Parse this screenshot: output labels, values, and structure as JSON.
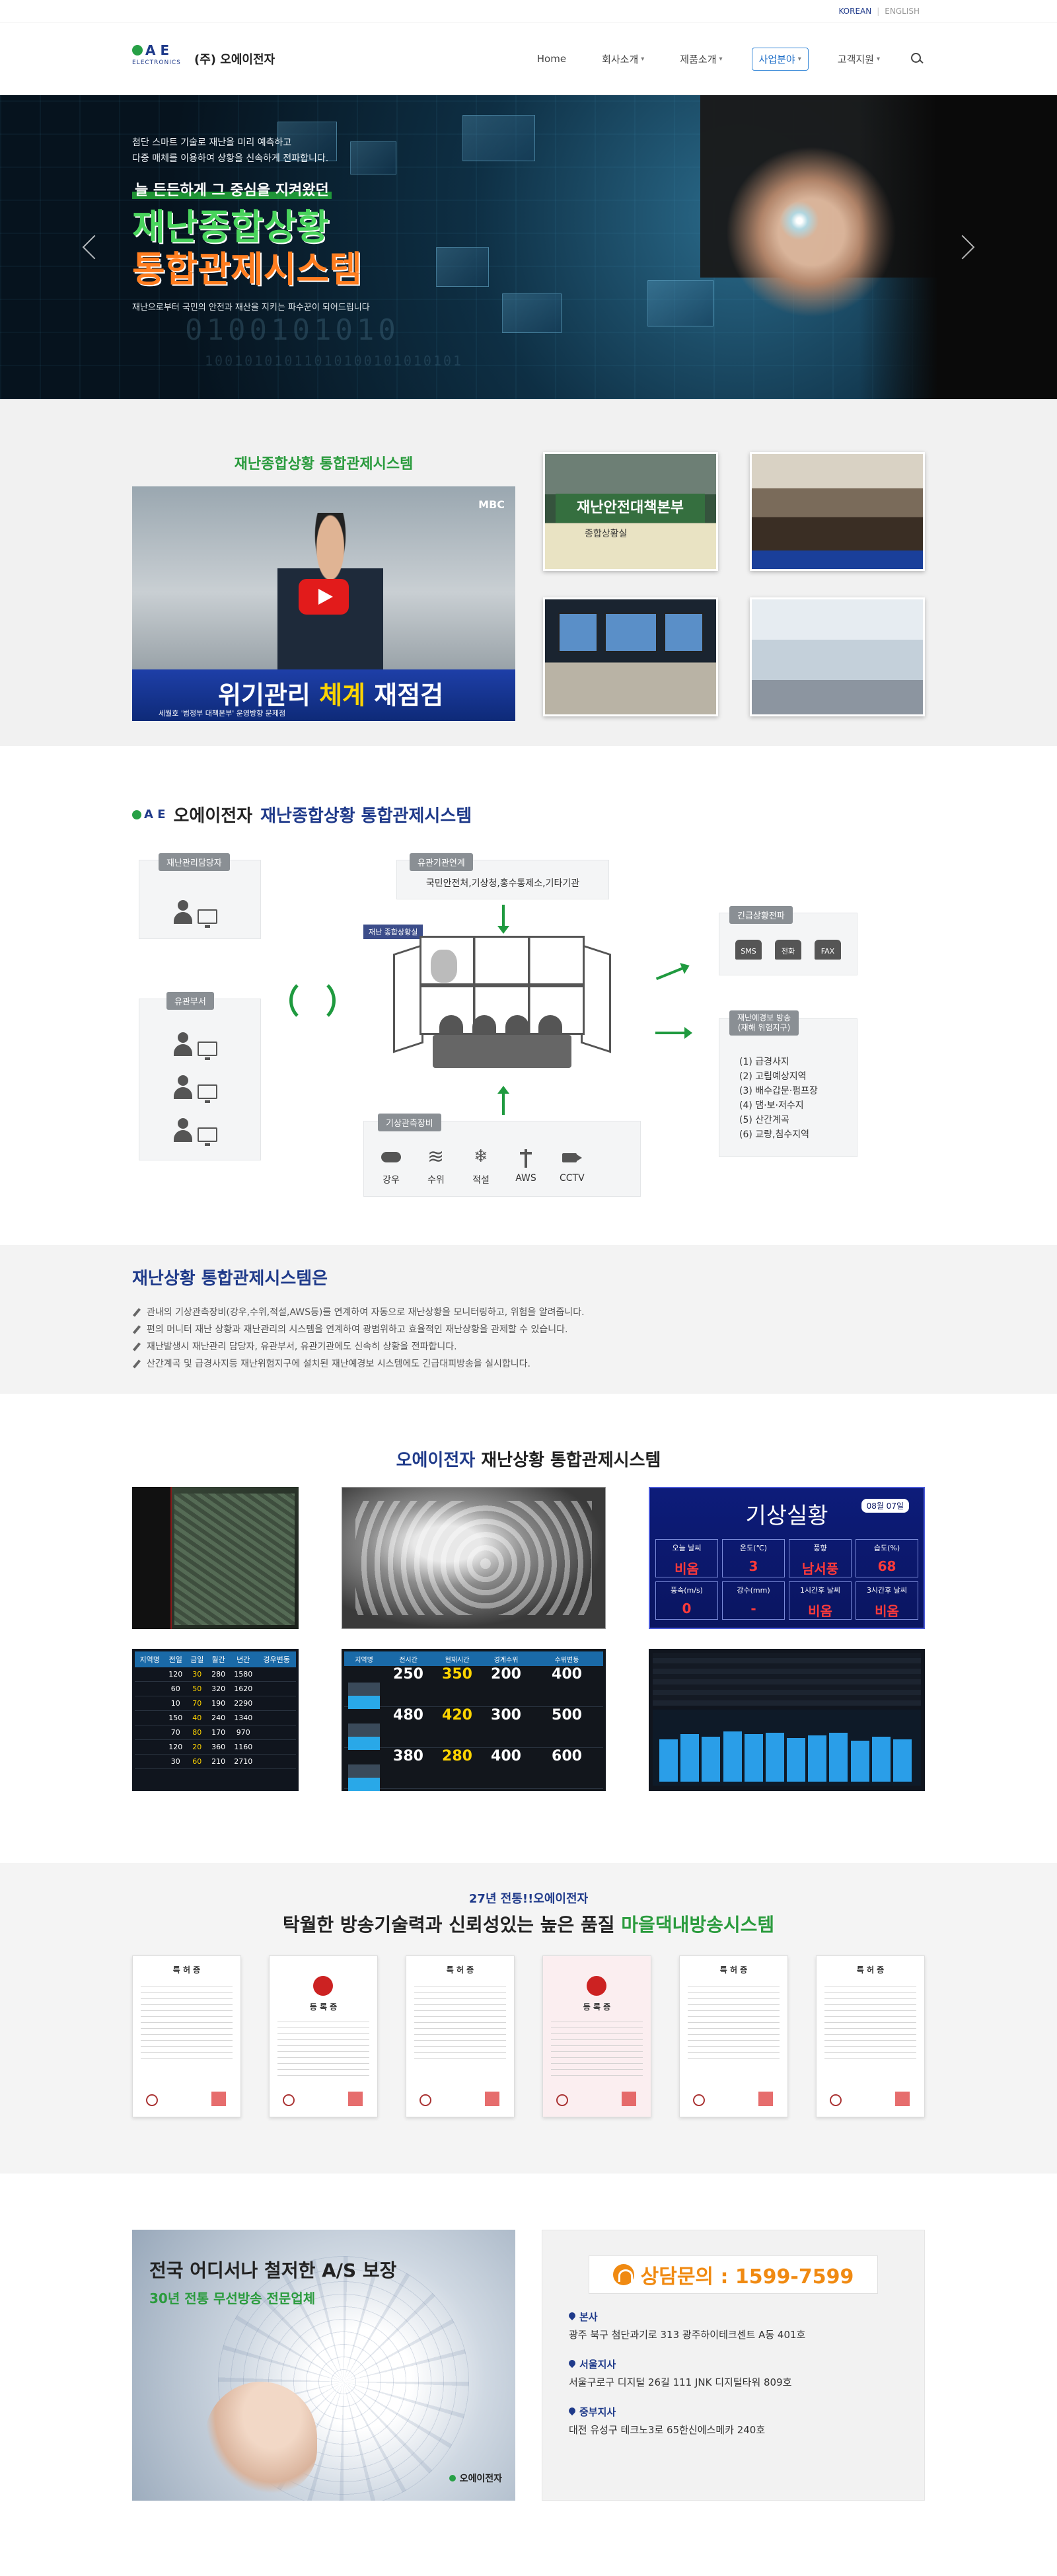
{
  "topbar": {
    "lang_ko": "KOREAN",
    "lang_en": "ENGLISH"
  },
  "header": {
    "logo_letters": "A E",
    "logo_sub": "ELECTRONICS",
    "logo_name": "(주) 오에이전자",
    "nav": [
      {
        "label": "Home",
        "caret": false
      },
      {
        "label": "회사소개",
        "caret": true
      },
      {
        "label": "제품소개",
        "caret": true
      },
      {
        "label": "사업분야",
        "caret": true,
        "active": true
      },
      {
        "label": "고객지원",
        "caret": true
      }
    ]
  },
  "hero": {
    "lead1": "첨단 스마트 기술로 재난을 미리 예측하고",
    "lead2": "다중 매체를 이용하여 상황을 신속하게 전파합니다.",
    "tag": "늘 든든하게 그 중심을 지켜왔던",
    "title1": "재난종합상황",
    "title2": "통합관제시스템",
    "sub": "재난으로부터 국민의 안전과 재산을 지키는 파수꾼이 되어드립니다",
    "binary1": "0100101010",
    "binary2": "10010101011010100101010101"
  },
  "video_section": {
    "title": "재난종합상황 통합관제시스템",
    "video": {
      "channel": "MBC",
      "caption_white": "위기관리",
      "caption_yellow": "체계",
      "caption_rest": "재점검",
      "caption_sub": "세월호 '범정부 대책본부' 운영방향 문제점"
    },
    "thumbs": [
      {
        "label": "재난안전대책본부",
        "sub": "종합상황실"
      },
      {
        "label": "",
        "sub": ""
      },
      {
        "label": "",
        "sub": ""
      },
      {
        "label": "",
        "sub": ""
      }
    ]
  },
  "diagram_section": {
    "brand": "오에이전자",
    "title": "재난종합상황 통합관제시스템",
    "manager": "재난관리담당자",
    "linked": "유관기관연계",
    "linked_text": "국민안전처,기상청,홍수통제소,기타기관",
    "room_tag": "재난 종합상황실",
    "dept": "유관부서",
    "weather_tag": "기상관측장비",
    "weather": [
      "강우",
      "수위",
      "적설",
      "AWS",
      "CCTV"
    ],
    "emergency": "긴급상황전파",
    "emergency_items": [
      "SMS",
      "전화",
      "FAX"
    ],
    "broadcast": "재난예경보 방송\n(재해 위험지구)",
    "broadcast_items": [
      "(1) 급경사지",
      "(2) 고립예상지역",
      "(3) 배수갑문·펌프장",
      "(4) 댐·보·저수지",
      "(5) 산간계곡",
      "(6) 교량,침수지역"
    ]
  },
  "intro_section": {
    "title": "재난상황 통합관제시스템은",
    "items": [
      "관내의 기상관측장비(강우,수위,적설,AWS등)를 연계하여 자동으로 재난상황을 모니터링하고, 위험을 알려줍니다.",
      "편의 머니터 재난 상황과 재난관리의 시스템을 연계하여 광범위하고 효율적인 재난상황을 관제할 수 있습니다.",
      "재난발생시 재난관리 담당자, 유관부서, 유관기관에도 신속히 상황을 전파합니다.",
      "산간계곡 및 급경사지등 재난위험지구에 설치된 재난예경보 시스템에도 긴급대피방송을 실시합니다."
    ]
  },
  "screens_section": {
    "brand": "오에이전자",
    "title": "재난상황 통합관제시스템",
    "weather_board": {
      "title": "기상실황",
      "date": "08월 07일",
      "cells": [
        {
          "h": "오늘 날씨",
          "v": "비옴"
        },
        {
          "h": "온도(℃)",
          "v": "3"
        },
        {
          "h": "풍향",
          "v": "남서풍"
        },
        {
          "h": "습도(%)",
          "v": "68"
        },
        {
          "h": "풍속(m/s)",
          "v": "0"
        },
        {
          "h": "강수(mm)",
          "v": "-"
        },
        {
          "h": "1시간후 날씨",
          "v": "비옴"
        },
        {
          "h": "3시간후 날씨",
          "v": "비옴"
        }
      ]
    },
    "rain_table": {
      "headers": [
        "지역명",
        "전일",
        "금일",
        "월간",
        "년간",
        "경우변동"
      ],
      "rows": [
        [
          "",
          "120",
          "30",
          "280",
          "1580"
        ],
        [
          "",
          "60",
          "50",
          "320",
          "1620"
        ],
        [
          "",
          "10",
          "70",
          "190",
          "2290"
        ],
        [
          "",
          "150",
          "40",
          "240",
          "1340"
        ],
        [
          "",
          "70",
          "80",
          "170",
          "970"
        ],
        [
          "",
          "120",
          "20",
          "360",
          "1160"
        ],
        [
          "",
          "30",
          "60",
          "210",
          "2710"
        ]
      ]
    },
    "level_board": {
      "headers": [
        "지역명",
        "전시간",
        "현재시간",
        "경계수위",
        "수위변동"
      ],
      "rows": [
        {
          "a": "250",
          "b": "350",
          "c": "200",
          "d": "400"
        },
        {
          "a": "480",
          "b": "420",
          "c": "300",
          "d": "500"
        },
        {
          "a": "380",
          "b": "280",
          "c": "400",
          "d": "600"
        }
      ]
    },
    "bars": [
      62,
      70,
      66,
      74,
      70,
      72,
      64,
      68,
      72,
      60,
      66,
      62
    ]
  },
  "cert_section": {
    "sub": "27년 전통!!오에이전자",
    "title_a": "탁월한 방송기술력과 신뢰성있는 높은 품질",
    "title_green": "마을댁내방송시스템",
    "certs": [
      {
        "title": "특 허 증",
        "pink": false,
        "logo": false
      },
      {
        "title": "등 록 증",
        "pink": false,
        "logo": true
      },
      {
        "title": "특 허 증",
        "pink": false,
        "logo": false
      },
      {
        "title": "등 록 증",
        "pink": true,
        "logo": true
      },
      {
        "title": "특 허 증",
        "pink": false,
        "logo": false
      },
      {
        "title": "특 허 증",
        "pink": false,
        "logo": false
      }
    ]
  },
  "contact_section": {
    "as_title": "전국 어디서나 철저한 A/S 보장",
    "as_sub": "30년 전통 무선방송 전문업체",
    "as_logo": "오에이전자",
    "phone": "상담문의 : 1599-7599",
    "offices": [
      {
        "name": "본사",
        "addr": "광주 북구 첨단과기로 313 광주하이테크센트 A동 401호"
      },
      {
        "name": "서울지사",
        "addr": "서울구로구 디지털 26길 111 JNK 디지털타워 809호"
      },
      {
        "name": "중부지사",
        "addr": "대전 유성구 테크노3로 65한신에스메카 240호"
      }
    ]
  }
}
